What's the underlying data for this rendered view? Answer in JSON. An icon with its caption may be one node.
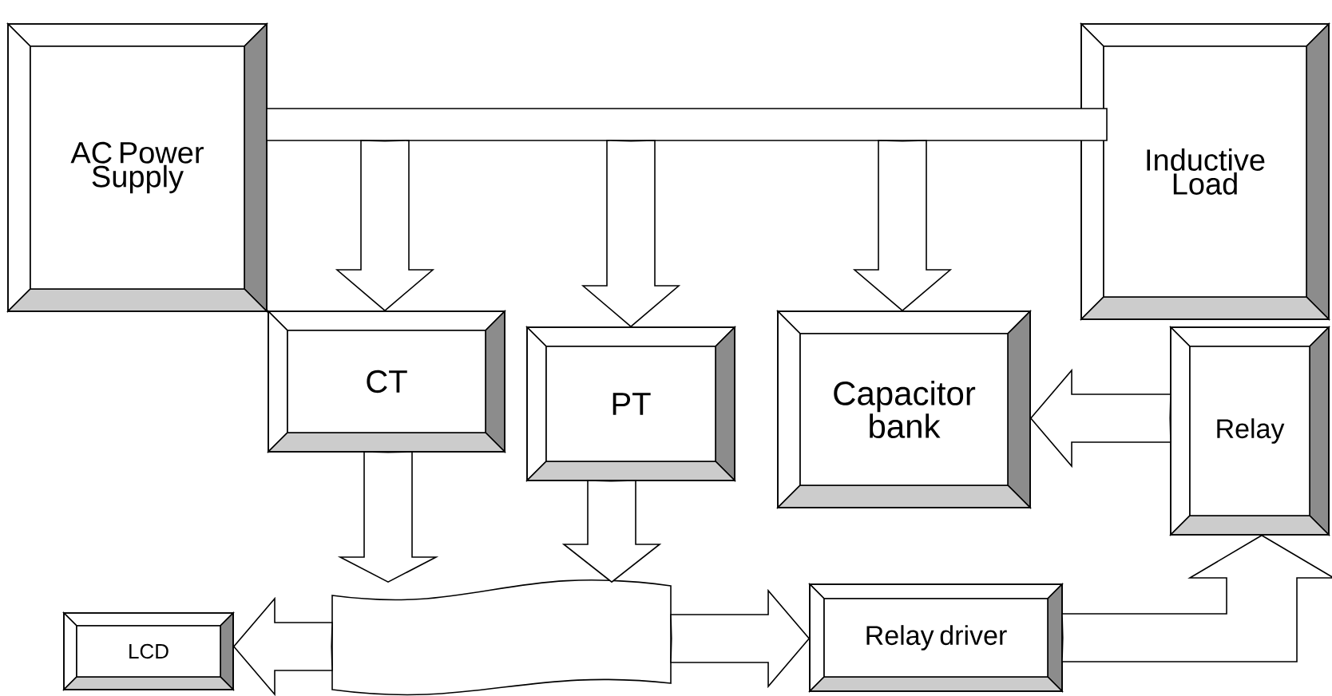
{
  "diagram": {
    "nodes": [
      {
        "text": [
          "AC Power Supply"
        ]
      },
      {
        "text": [
          "Inductive Load"
        ]
      },
      {
        "text": [],
        "shape": "bar"
      },
      {
        "text": [
          "CT"
        ]
      },
      {
        "text": [
          "PT"
        ]
      },
      {
        "text": [
          "Capacitor bank"
        ]
      },
      {
        "text": [
          "Relay"
        ]
      },
      {
        "text": [
          "LCD"
        ]
      },
      {
        "text": [],
        "shape": "banner"
      },
      {
        "text": [
          "Relay driver"
        ]
      }
    ],
    "edges": [
      {
        "from": 2,
        "to": 3,
        "arrow": "to"
      },
      {
        "from": 2,
        "to": 4,
        "arrow": "to"
      },
      {
        "from": 2,
        "to": 5,
        "arrow": "to"
      },
      {
        "from": 6,
        "to": 5,
        "arrow": "to"
      },
      {
        "from": 3,
        "to": 8,
        "arrow": "to"
      },
      {
        "from": 4,
        "to": 8,
        "arrow": "to"
      },
      {
        "from": 8,
        "to": 7,
        "arrow": "to"
      },
      {
        "from": 8,
        "to": 9,
        "arrow": "to"
      },
      {
        "from": 9,
        "to": 6,
        "arrow": "to"
      }
    ]
  }
}
